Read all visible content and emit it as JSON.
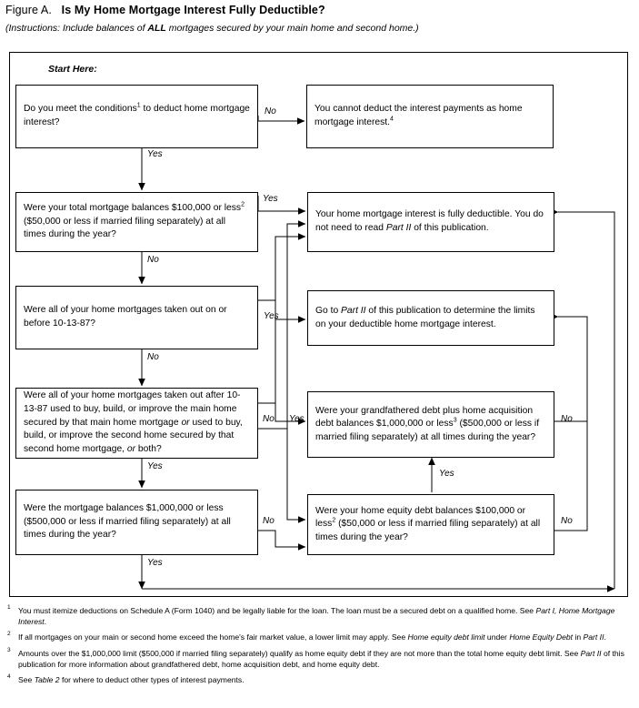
{
  "figure": {
    "label": "Figure A.",
    "title": "Is My Home Mortgage Interest Fully Deductible?",
    "instructions_prefix": "(Instructions: Include balances of ",
    "instructions_bold": "ALL",
    "instructions_suffix": " mortgages secured by your main home and second home.)",
    "start_here": "Start Here:"
  },
  "chart_data": {
    "type": "diagram",
    "diagram_kind": "decision-flowchart",
    "title": "Is My Home Mortgage Interest Fully Deductible?",
    "nodes": [
      {
        "id": "q1",
        "kind": "decision",
        "text": "Do you meet the conditions1 to deduct home mortgage interest?"
      },
      {
        "id": "t_nodeduct",
        "kind": "terminal",
        "text": "You cannot deduct the interest payments as home mortgage interest.4"
      },
      {
        "id": "q2",
        "kind": "decision",
        "text": "Were your total mortgage balances $100,000 or less2 ($50,000 or less if married filing separately) at all times during the year?"
      },
      {
        "id": "t_fully",
        "kind": "terminal",
        "text": "Your home mortgage interest is fully deductible. You do not need to read Part II of this publication."
      },
      {
        "id": "q3",
        "kind": "decision",
        "text": "Were all of your home mortgages taken out on or before 10-13-87?"
      },
      {
        "id": "t_partii",
        "kind": "terminal",
        "text": "Go to Part II of this publication to determine the limits on your deductible home mortgage interest."
      },
      {
        "id": "q4",
        "kind": "decision",
        "text": "Were all of your home mortgages taken out after 10-13-87 used to buy, build, or improve the main home secured by that main home mortgage or used to buy, build, or improve the second home secured by that second home mortgage, or both?"
      },
      {
        "id": "q5",
        "kind": "decision",
        "text": "Were your grandfathered debt plus home acquisition debt balances $1,000,000 or less3 ($500,000 or less if married filing separately) at all times during the year?"
      },
      {
        "id": "q6",
        "kind": "decision",
        "text": "Were the mortgage balances $1,000,000 or less ($500,000 or less if married filing separately) at all times during the year?"
      },
      {
        "id": "q7",
        "kind": "decision",
        "text": "Were your home equity debt balances $100,000 or less2 ($50,000 or less if married filing separately) at all times during the year?"
      }
    ],
    "edges": [
      {
        "from": "q1",
        "to": "t_nodeduct",
        "label": "No"
      },
      {
        "from": "q1",
        "to": "q2",
        "label": "Yes"
      },
      {
        "from": "q2",
        "to": "t_fully",
        "label": "Yes"
      },
      {
        "from": "q2",
        "to": "q3",
        "label": "No"
      },
      {
        "from": "q3",
        "to": "t_partii",
        "label": "Yes"
      },
      {
        "from": "q3",
        "to": "q4",
        "label": "No"
      },
      {
        "from": "q4",
        "to": "q5",
        "label": "Yes"
      },
      {
        "from": "q4",
        "to": "q7",
        "label": "No"
      },
      {
        "from": "q4",
        "to": "q6",
        "label": "Yes"
      },
      {
        "from": "q5",
        "to": "t_fully",
        "label": "Yes"
      },
      {
        "from": "q5",
        "to": "t_partii",
        "label": "No"
      },
      {
        "from": "q6",
        "to": "q7",
        "label": "No"
      },
      {
        "from": "q6",
        "to": "t_fully",
        "label": "Yes"
      },
      {
        "from": "q7",
        "to": "q5",
        "label": "Yes"
      },
      {
        "from": "q7",
        "to": "t_partii",
        "label": "No"
      }
    ]
  },
  "boxes": {
    "q1": {
      "t1": "Do you meet the conditions",
      "sup1": "1",
      "t2": " to deduct home mortgage interest?"
    },
    "no_deduct": {
      "t1": "You cannot deduct the interest payments as home mortgage interest.",
      "sup1": "4"
    },
    "q2": {
      "t1": "Were your total mortgage balances $100,000 or less",
      "sup1": "2",
      "t2": " ($50,000 or less if married filing separately) at all times during the year?"
    },
    "fully": {
      "t1": "Your home mortgage interest is fully deductible. You do not need to read ",
      "em1": "Part II",
      "t2": " of this publication."
    },
    "q3": {
      "t1": "Were all of your home mortgages taken out on or before 10-13-87?"
    },
    "part2": {
      "t1": "Go to ",
      "em1": "Part II",
      "t2": " of this publication to determine the limits on your deductible home mortgage interest."
    },
    "q4": {
      "t1": "Were all of your home mortgages taken out after 10-13-87 used to buy, build, or improve the main home secured by that main home mortgage ",
      "em1": "or",
      "t2": " used to buy, build, or improve the second home secured by that second home mortgage, ",
      "em2": "or",
      "t3": " both?"
    },
    "q5": {
      "t1": "Were your grandfathered debt plus home acquisition debt balances $1,000,000 or less",
      "sup1": "3",
      "t2": " ($500,000 or less if married filing separately) at all times during the year?"
    },
    "q6": {
      "t1": "Were the mortgage balances $1,000,000 or less ($500,000 or less if married filing separately) at all times during the year?"
    },
    "q7": {
      "t1": "Were your home equity debt balances $100,000 or less",
      "sup1": "2",
      "t2": " ($50,000 or less if married filing separately) at all times during the year?"
    }
  },
  "labels": {
    "q1_no": "No",
    "q1_yes": "Yes",
    "q2_yes": "Yes",
    "q2_no": "No",
    "q3_yes": "Yes",
    "q3_no": "No",
    "q4_no": "No",
    "q4_yes_right": "Yes",
    "q4_yes_down": "Yes",
    "q5_no": "No",
    "q6_no": "No",
    "q6_yes": "Yes",
    "q7_yes": "Yes",
    "q7_no": "No"
  },
  "footnotes": [
    {
      "mark": "1",
      "t1": "You must itemize deductions on Schedule A (Form 1040) and be legally liable for the loan. The loan must be a secured debt on a qualified home. See ",
      "em1": "Part I, Home Mortgage Interest",
      "t2": "."
    },
    {
      "mark": "2",
      "t1": "If all mortgages on your main or second home exceed the home's fair market value, a lower limit may apply. See ",
      "em1": "Home equity debt limit",
      "t2": " under ",
      "em2": "Home Equity Debt",
      "t3": " in ",
      "em3": "Part II",
      "t4": "."
    },
    {
      "mark": "3",
      "t1": "Amounts over the $1,000,000 limit ($500,000 if married filing separately) qualify as home equity debt if they are not more than the total home equity debt limit. See ",
      "em1": "Part II",
      "t2": " of this publication for more information about grandfathered debt, home acquisition debt, and home equity debt."
    },
    {
      "mark": "4",
      "t1": "See ",
      "em1": "Table 2",
      "t2": " for where to deduct other types of interest payments."
    }
  ],
  "colors": {
    "ink": "#000000",
    "paper": "#ffffff"
  }
}
